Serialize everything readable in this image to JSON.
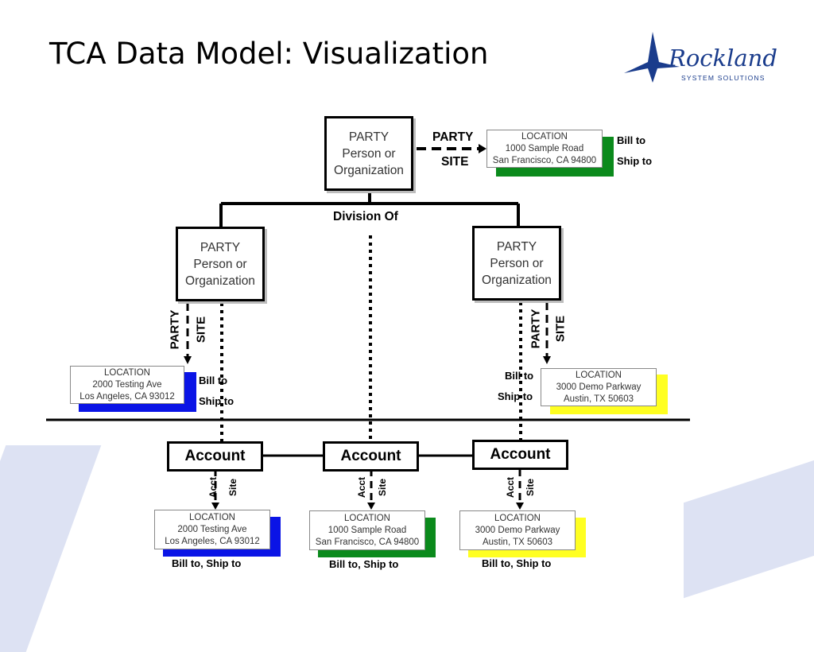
{
  "title": "TCA Data Model: Visualization",
  "logo": {
    "word": "Rockland",
    "sub": "SYSTEM SOLUTIONS"
  },
  "colors": {
    "green": "#0b8a1c",
    "blue": "#0a14e6",
    "yellow": "#ffff22",
    "logo": "#1a3c8c"
  },
  "party_box": {
    "line1": "PARTY",
    "line2": "Person or",
    "line3": "Organization"
  },
  "division_of": "Division Of",
  "party_site_label": {
    "party": "PARTY",
    "site": "SITE"
  },
  "acct_site_label": {
    "acct": "Acct",
    "site": "Site"
  },
  "locations": {
    "sf": {
      "title": "LOCATION",
      "line1": "1000 Sample Road",
      "line2": "San Francisco, CA 94800"
    },
    "la": {
      "title": "LOCATION",
      "line1": "2000 Testing Ave",
      "line2": "Los Angeles, CA  93012"
    },
    "austin": {
      "title": "LOCATION",
      "line1": "3000 Demo Parkway",
      "line2": "Austin, TX  50603"
    }
  },
  "bill_to": "Bill to",
  "ship_to": "Ship to",
  "bill_ship": "Bill to, Ship to",
  "account_label": "Account"
}
